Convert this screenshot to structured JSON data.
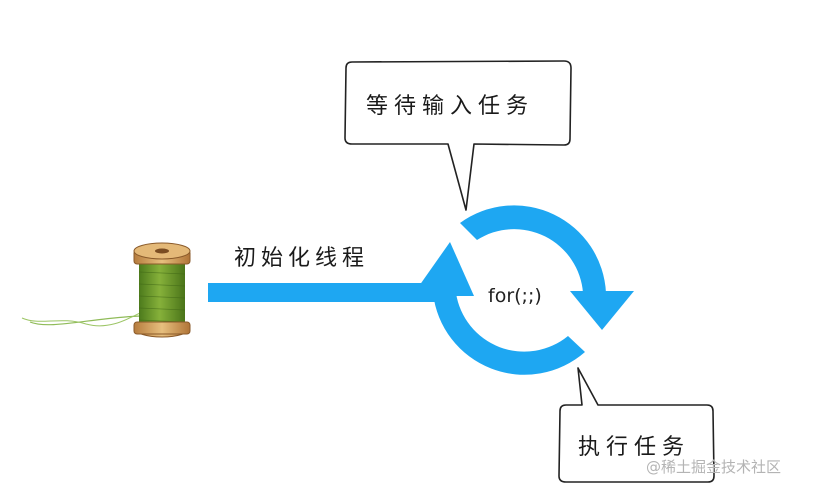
{
  "labels": {
    "wait_input": "等待输入任务",
    "init_thread": "初始化线程",
    "loop": "for(;;)",
    "execute_task": "执行任务"
  },
  "watermark": "@稀土掘金技术社区",
  "colors": {
    "arrow_blue": "#1ea7f2",
    "thread_green": "#6f9a2c",
    "spool_wood": "#d9a864",
    "bubble_stroke": "#222222"
  },
  "icons": {
    "spool": "thread-spool-icon",
    "loop": "circular-arrows-icon"
  }
}
